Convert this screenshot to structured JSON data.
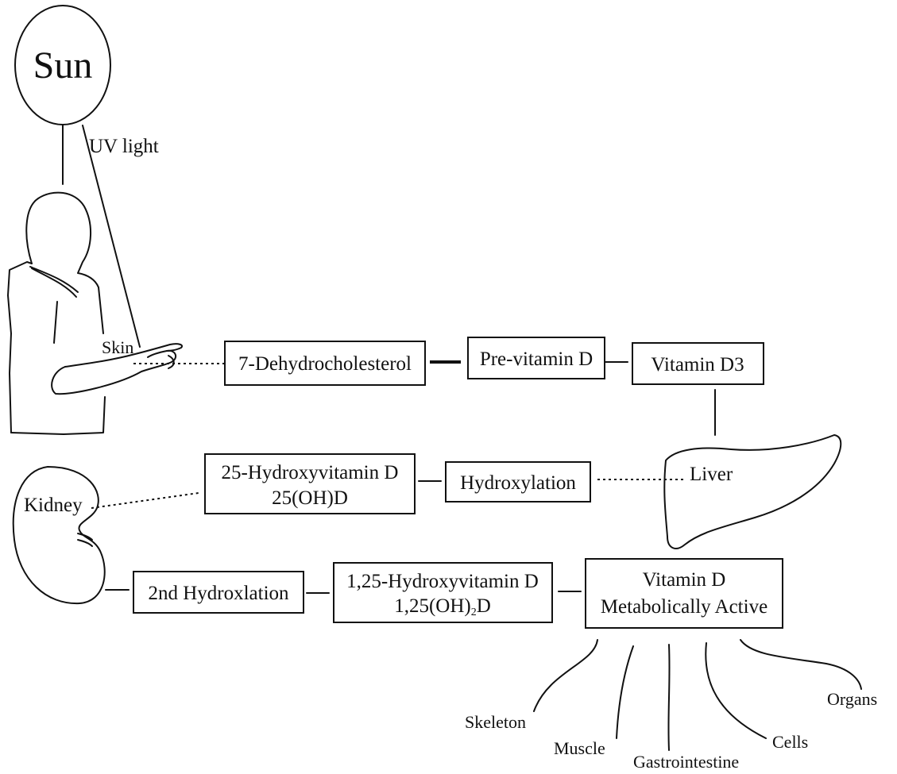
{
  "diagram": {
    "sun": "Sun",
    "uv_light": "UV light",
    "skin": "Skin",
    "kidney": "Kidney",
    "liver": "Liver",
    "boxes": {
      "dehydrocholesterol": "7-Dehydrocholesterol",
      "previtamin_d": "Pre-vitamin D",
      "vitamin_d3": "Vitamin D3",
      "hydroxyvitamin_line1": "25-Hydroxyvitamin D",
      "hydroxyvitamin_line2": "25(OH)D",
      "hydroxylation": "Hydroxylation",
      "second_hydroxylation": "2nd Hydroxlation",
      "dihydroxy_line1": "1,25-Hydroxyvitamin D",
      "dihydroxy_line2_a": "1,25(OH)",
      "dihydroxy_line2_sub": "2",
      "dihydroxy_line2_b": "D",
      "active_line1": "Vitamin D",
      "active_line2": "Metabolically Active"
    },
    "targets": {
      "skeleton": "Skeleton",
      "muscle": "Muscle",
      "gastrointestine": "Gastrointestine",
      "cells": "Cells",
      "organs": "Organs"
    }
  }
}
